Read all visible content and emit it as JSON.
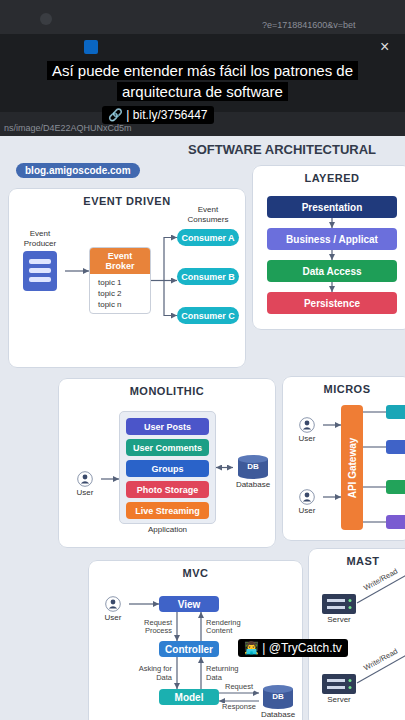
{
  "diagram": {
    "title": "SOFTWARE ARCHITECTURAL",
    "caption": "Así puede entender más fácil los patrones de arquitectura de software",
    "nodes": [
      {
        "text": [
          "blog.amigoscode.com"
        ]
      },
      {
        "text": [
          "EVENT DRIVEN"
        ]
      },
      {
        "text": [
          "Event Producer"
        ],
        "in": 1
      },
      {
        "text": [
          "Event Broker",
          "topic 1",
          "topic 2",
          "topic n"
        ],
        "in": 1
      },
      {
        "text": [
          "Consumer A"
        ],
        "in": 1
      },
      {
        "text": [
          "Consumer B"
        ],
        "in": 1
      },
      {
        "text": [
          "Consumer C"
        ],
        "in": 1
      },
      {
        "text": [
          "LAYERED"
        ]
      },
      {
        "text": [
          "Presentation"
        ],
        "in": 7
      },
      {
        "text": [
          "Business / Applicat"
        ],
        "in": 7
      },
      {
        "text": [
          "Data Access"
        ],
        "in": 7
      },
      {
        "text": [
          "Persistence"
        ],
        "in": 7
      },
      {
        "text": [
          "MONOLITHIC"
        ]
      },
      {
        "text": [
          "User"
        ],
        "in": 12
      },
      {
        "text": [
          "Application"
        ],
        "in": 12
      },
      {
        "text": [
          "User Posts"
        ],
        "in": 14
      },
      {
        "text": [
          "User Comments"
        ],
        "in": 14
      },
      {
        "text": [
          "Groups"
        ],
        "in": 14
      },
      {
        "text": [
          "Photo Storage"
        ],
        "in": 14
      },
      {
        "text": [
          "Live Streaming"
        ],
        "in": 14
      },
      {
        "text": [
          "DB",
          "Database"
        ],
        "in": 12
      },
      {
        "text": [
          "MICROS"
        ]
      },
      {
        "text": [
          "User"
        ],
        "in": 21
      },
      {
        "text": [
          "User"
        ],
        "in": 21
      },
      {
        "text": [
          "API Gateway"
        ],
        "in": 21
      },
      {
        "text": [
          "MVC"
        ]
      },
      {
        "text": [
          "User"
        ],
        "in": 25
      },
      {
        "text": [
          "View"
        ],
        "in": 25
      },
      {
        "text": [
          "Controller"
        ],
        "in": 25
      },
      {
        "text": [
          "Model"
        ],
        "in": 25
      },
      {
        "text": [
          "DB",
          "Database"
        ],
        "in": 25
      },
      {
        "text": [
          "MAST"
        ]
      },
      {
        "text": [
          "Server"
        ],
        "in": 31
      },
      {
        "text": [
          "Server"
        ],
        "in": 31
      }
    ],
    "edges": [
      {
        "from": 2,
        "to": 3,
        "arrow": "to"
      },
      {
        "from": 3,
        "to": 4,
        "arrow": "to"
      },
      {
        "from": 3,
        "to": 5,
        "arrow": "to"
      },
      {
        "from": 3,
        "to": 6,
        "arrow": "to"
      },
      {
        "from": 8,
        "to": 9,
        "arrow": "to"
      },
      {
        "from": 9,
        "to": 10,
        "arrow": "to"
      },
      {
        "from": 10,
        "to": 11,
        "arrow": "to"
      },
      {
        "from": 13,
        "to": 14,
        "arrow": "to"
      },
      {
        "from": 14,
        "to": 20,
        "arrow": "both"
      },
      {
        "from": 22,
        "to": 24,
        "arrow": "to"
      },
      {
        "from": 23,
        "to": 24,
        "arrow": "to"
      },
      {
        "from": 26,
        "to": 27,
        "arrow": "to"
      },
      {
        "from": 27,
        "to": 28,
        "label": "Request Process",
        "arrow": "to"
      },
      {
        "from": 28,
        "to": 27,
        "label": "Rendering Content",
        "arrow": "to"
      },
      {
        "from": 28,
        "to": 29,
        "label": "Asking for Data",
        "arrow": "to"
      },
      {
        "from": 29,
        "to": 28,
        "label": "Returning Data",
        "arrow": "to"
      },
      {
        "from": 29,
        "to": 30,
        "label": "Request",
        "arrow": "to"
      },
      {
        "from": 30,
        "to": 29,
        "label": "Response",
        "arrow": "to"
      }
    ],
    "labels": [
      "Event Consumers",
      "Write/Read",
      "Write/Read",
      "🔗 | bit.ly/3756447",
      "👨‍💻 | @TryCatch.tv",
      "×",
      "ns/image/D4E22AQHUNxCd5m",
      "?e=1718841600&v=bet"
    ]
  }
}
